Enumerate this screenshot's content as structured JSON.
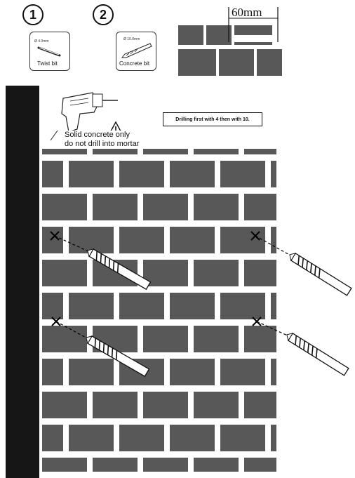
{
  "steps": [
    {
      "number": "1",
      "size_label": "Ø 4.0mm",
      "bit_name": "Twist bit"
    },
    {
      "number": "2",
      "size_label": "Ø 10.0mm",
      "bit_name": "Concrete bit"
    }
  ],
  "dimension_label": "60mm",
  "note": "Drilling first with 4 then with 10.",
  "warning_lines": [
    "Solid concrete only",
    "do not drill into mortar"
  ],
  "colors": {
    "brick": "#585858",
    "mortar": "#ffffff",
    "wall_edge": "#161616"
  },
  "drill_positions": [
    "upper-left",
    "upper-right",
    "lower-left",
    "lower-right"
  ]
}
